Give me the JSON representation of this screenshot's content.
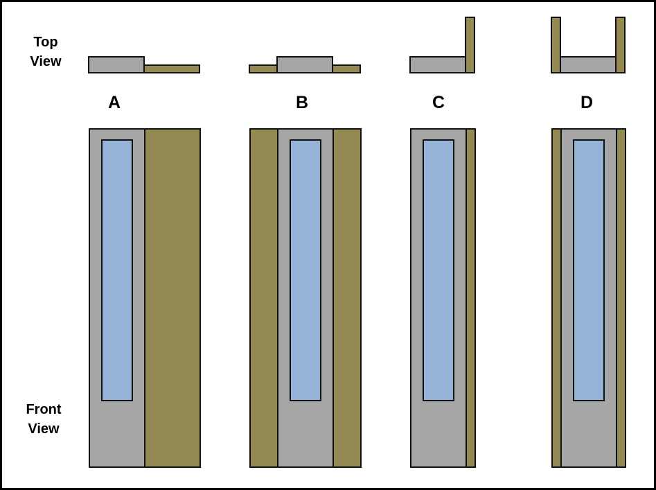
{
  "labels": {
    "top_view": "Top View",
    "front_view": "Front View"
  },
  "colors": {
    "frame": "#a6a6a6",
    "panel": "#948a54",
    "glass": "#95b3d7",
    "outline": "#111111"
  },
  "options": [
    {
      "id": "A",
      "letter": "A",
      "panel_sides": "right"
    },
    {
      "id": "B",
      "letter": "B",
      "panel_sides": "both-flush"
    },
    {
      "id": "C",
      "letter": "C",
      "panel_sides": "right-perpendicular"
    },
    {
      "id": "D",
      "letter": "D",
      "panel_sides": "both-perpendicular"
    }
  ]
}
